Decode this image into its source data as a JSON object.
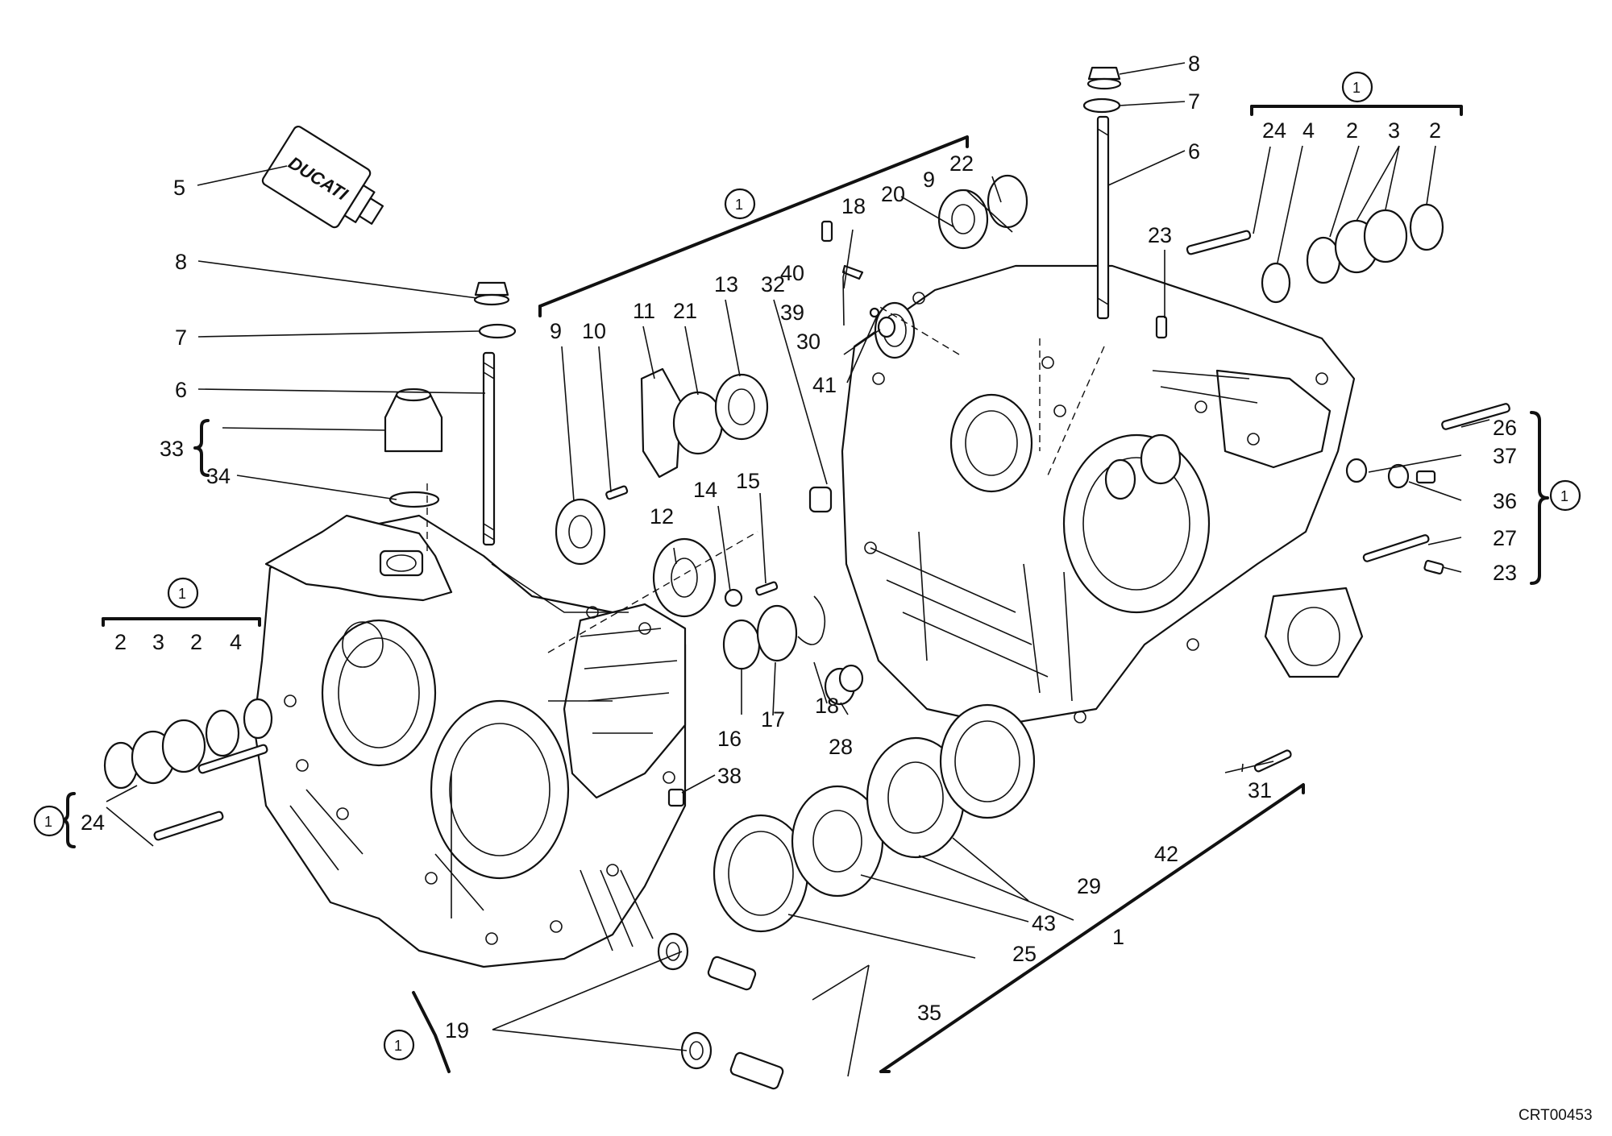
{
  "drawing_reference": "CRT00453",
  "tube_brand": "DUCATI",
  "group_marker": "1",
  "callouts": {
    "c1": "1",
    "c2": "2",
    "c3": "3",
    "c4": "4",
    "c5": "5",
    "c6": "6",
    "c7": "7",
    "c8": "8",
    "c9": "9",
    "c10": "10",
    "c11": "11",
    "c12": "12",
    "c13": "13",
    "c14": "14",
    "c15": "15",
    "c16": "16",
    "c17": "17",
    "c18": "18",
    "c19": "19",
    "c20": "20",
    "c21": "21",
    "c22": "22",
    "c23": "23",
    "c24": "24",
    "c25": "25",
    "c26": "26",
    "c27": "27",
    "c28": "28",
    "c29": "29",
    "c30": "30",
    "c31": "31",
    "c32": "32",
    "c33": "33",
    "c34": "34",
    "c35": "35",
    "c36": "36",
    "c37": "37",
    "c38": "38",
    "c39": "39",
    "c40": "40",
    "c41": "41",
    "c42": "42",
    "c43": "43"
  }
}
